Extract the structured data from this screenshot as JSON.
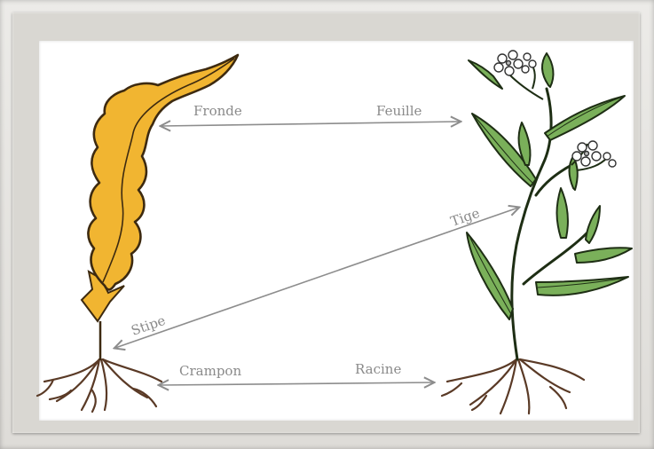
{
  "labels": {
    "fronde": "Fronde",
    "feuille": "Feuille",
    "tige": "Tige",
    "stipe": "Stipe",
    "crampon": "Crampon",
    "racine": "Racine"
  },
  "colors": {
    "alga_fill": "#f1b531",
    "alga_outline": "#3d2a10",
    "leaf_fill": "#7ab05a",
    "leaf_outline": "#1e2e14",
    "root": "#5a3a26",
    "arrow": "#8d8d8d",
    "label": "#8a8a8a"
  },
  "icons": [
    "seaweed-illustration",
    "flowering-plant-illustration",
    "double-arrow"
  ]
}
